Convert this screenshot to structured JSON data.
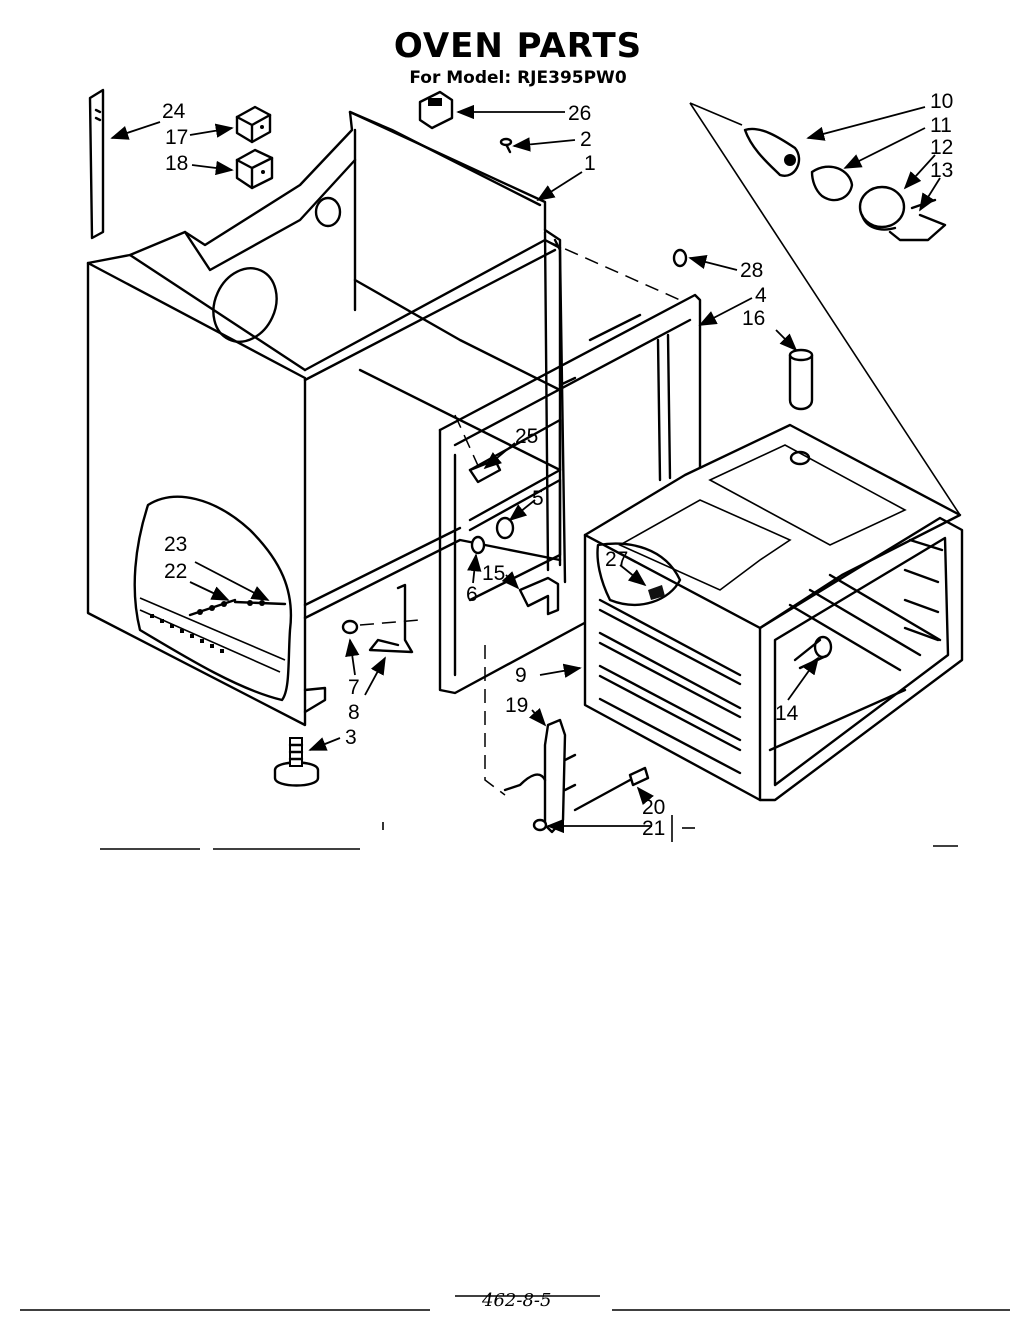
{
  "title": "OVEN PARTS",
  "subtitle": "For Model: RJE395PW0",
  "footer_note": "462-8-5",
  "callouts": [
    "1",
    "2",
    "3",
    "4",
    "5",
    "6",
    "7",
    "8",
    "9",
    "10",
    "11",
    "12",
    "13",
    "14",
    "15",
    "16",
    "17",
    "18",
    "19",
    "20",
    "21",
    "22",
    "23",
    "24",
    "25",
    "26",
    "27",
    "28"
  ]
}
